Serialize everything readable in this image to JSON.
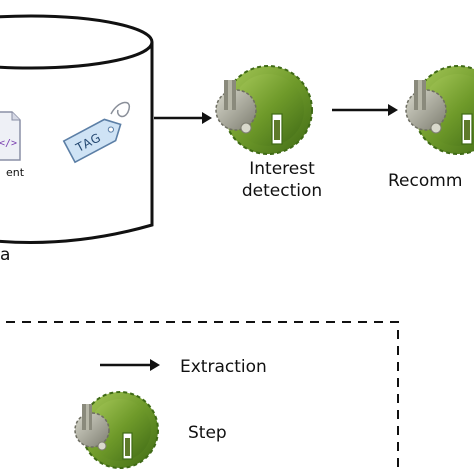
{
  "diagram": {
    "data_store_partial_label": "a",
    "document_partial_label": "ent",
    "document_icon_glyph": "</>",
    "tag_text": "TAG",
    "steps": [
      {
        "line1": "Interest",
        "line2": "detection"
      },
      {
        "line1": "Recomm",
        "line2": ""
      }
    ]
  },
  "legend": {
    "extraction_label": "Extraction",
    "step_label": "Step"
  },
  "colors": {
    "gear_green": "#6f9a2a",
    "gear_dark": "#3f6a15",
    "gear_gray": "#9a9a8a",
    "tag_blue": "#cfe3f5",
    "tag_border": "#5c7fa6",
    "stroke": "#111111"
  }
}
